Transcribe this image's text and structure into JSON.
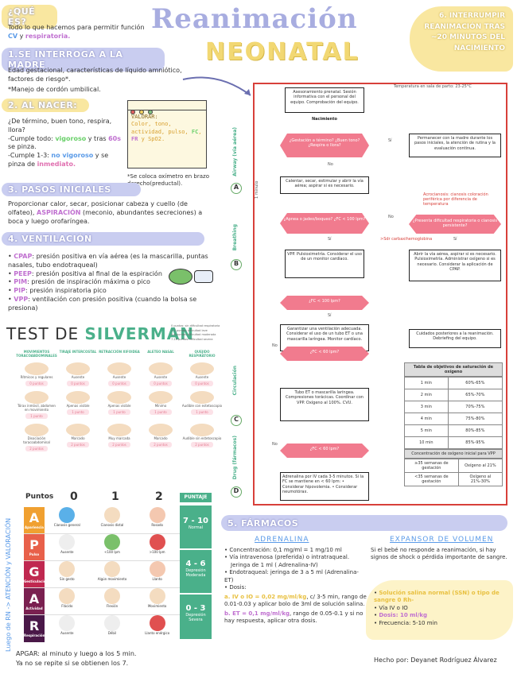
{
  "title": {
    "line1": "Reanimación",
    "line2": "NEONATAL"
  },
  "que_es": {
    "heading": "¿QUÉ ES?",
    "text_a": "Todo lo que hacemos para permitir función ",
    "cv": "CV",
    "text_b": " y ",
    "resp": "respiratoria."
  },
  "s1": {
    "heading": "1.SE INTERROGA A LA MADRE",
    "body": "Edad gestacional, características de líquido amniótico, factores de riesgo*.",
    "note": "*Manejo de cordón umbilical."
  },
  "s2": {
    "heading": "2. AL NACER:",
    "q": "¿De término, buen tono, respira, llora?",
    "l1a": "-Cumple todo: ",
    "l1b": "vigoroso",
    "l1c": " y tras ",
    "l1d": "60s",
    "l1e": " se pinza.",
    "l2a": "-Cumple 1-3: ",
    "l2b": "no vigoroso",
    "l2c": " y se pinza de ",
    "l2d": "inmediato."
  },
  "valorar": {
    "label": "VALORAR:",
    "t1": "Color, tono, actividad, pulso, ",
    "fc": "FC",
    "comma": ", ",
    "fr": "FR",
    "t2": " y SpO2."
  },
  "oximetro": "*Se coloca oxímetro en brazo derecho(preductal).",
  "s3": {
    "heading": "3. PASOS INICIALES",
    "a": "Proporcionar calor, secar, posicionar cabeza y cuello (de olfateo), ",
    "b": "ASPIRACIÓN",
    "c": " (meconio, abundantes secreciones) a boca y luego orofaríngea."
  },
  "s4": {
    "heading": "4. VENTILACIÓN",
    "items": [
      {
        "key": "CPAP",
        "text": ": presión positiva en vía aérea (es la mascarilla, puntas nasales, tubo endotraqueal)"
      },
      {
        "key": "PEEP",
        "text": ": presión positiva al final de la espiración"
      },
      {
        "key": "PIM",
        "text": ": presión de inspiración máxima o pico"
      },
      {
        "key": "PIP",
        "text": ": presión inspiratoria pico"
      },
      {
        "key": "VPP",
        "text": ": ventilación con presión positiva (cuando la bolsa se presiona)"
      }
    ]
  },
  "s6": {
    "heading": "6. INTERRUMPIR REANIMACIÓN TRAS ~20 MINUTOS DEL NACIMIENTO"
  },
  "flow": {
    "temp": "Temperatura en sala de parto: 23-25°C",
    "n1": "Asesoramiento prenatal. Sesión informativa con el personal del equipo. Comprobación del equipo.",
    "nacimiento": "Nacimiento",
    "q1": "¿Gestación a término? ¿Buen tono? ¿Respira o llora?",
    "si": "Sí",
    "no": "No",
    "madre": "Permanecer con la madre durante los pasos iniciales, la atención de rutina y la evaluación continua.",
    "n2": "Calentar, secar, estimular y abrir la vía aérea; aspirar si es necesario.",
    "q2": "¿Apnea o jadeo/boqueo? ¿FC < 100 lpm?",
    "q3": "¿Presenta dificultad respiratoria o cianosis persistente?",
    "acro": "Acrocianosis: cianosis coloración periférica por diferencia de temperatura",
    "sdr": ">Sdr carbaxihemoglobina",
    "vpp": "VPP. Pulsioximetría. Considerar el uso de un monitor cardíaco.",
    "abrir": "Abrir la vía aérea, aspirar si es necesario. Pulsioximetría. Administrar oxígeno si es necesario. Considerar la aplicación de CPAP.",
    "q4": "¿FC < 100 lpm?",
    "n3": "Garantizar una ventilación adecuada. Considerar el uso de un tubo ET o una mascarilla laríngea. Monitor cardíaco.",
    "cuidados": "Cuidados posteriores a la reanimación. Debriefing del equipo.",
    "q5": "¿FC < 60 lpm?",
    "n4": "Tubo ET o mascarilla laríngea. Compresiones torácicas. Coordinar con VPP. Oxígeno al 100%. CVU.",
    "q6": "¿FC < 60 lpm?",
    "n5": "Adrenalina por IV cada 3-5 minutos. Si la FC se mantiene en < 60 lpm: • Considerar hipovolemia. • Considerar neumotórax.",
    "minuto": "1 minuto",
    "A": "A",
    "A_t": "Airway (vía aérea)",
    "B": "B",
    "B_t": "Breathing",
    "C": "C",
    "C_t": "Circulación",
    "D": "D",
    "D_t": "Drug (fármacos)"
  },
  "tabla_sat": {
    "title": "Tabla de objetivos de saturación de oxígeno",
    "rows": [
      [
        "1 min",
        "60%-65%"
      ],
      [
        "2 min",
        "65%-70%"
      ],
      [
        "3 min",
        "70%-75%"
      ],
      [
        "4 min",
        "75%-80%"
      ],
      [
        "5 min",
        "80%-85%"
      ],
      [
        "10 min",
        "85%-95%"
      ]
    ],
    "title2": "Concentración de oxígeno inicial para VPP",
    "rows2": [
      [
        "≥35 semanas de gestación",
        "Oxígeno al 21%"
      ],
      [
        "<35 semanas de gestación",
        "Oxígeno al 21%-30%"
      ]
    ]
  },
  "silverman": {
    "title_a": "TEST DE ",
    "title_b": "SILVERMAN",
    "cols": [
      "MOVIMIENTOS TORACOABDOMINALES",
      "TIRAJE INTERCOSTAL",
      "RETRACCIÓN XIFOIDEA",
      "ALETEO NASAL",
      "QUEJIDO RESPIRATORIO"
    ],
    "rows": [
      [
        "Rítmicos y regulares",
        "Ausente",
        "Ausente",
        "Ausente",
        "Ausente"
      ],
      [
        "Tórax inmóvil, abdomen en movimiento",
        "Apenas visible",
        "Apenas visible",
        "Mínimo",
        "Audible con estetoscopio"
      ],
      [
        "Disociación toracoabdominal",
        "Marcado",
        "Muy marcada",
        "Marcado",
        "Audible sin estetoscopio"
      ]
    ],
    "tags": [
      "0 puntos",
      "1 punto",
      "2 puntos"
    ],
    "legend": [
      "0 puntos: sin dificultad respiratoria",
      "1-3 puntos: dificultad leve",
      "4-6 puntos: dificultad moderada",
      "7-10 puntos: dificultad severa"
    ]
  },
  "apgar": {
    "side_label": "Luego de RN -> ATENCIÓN y VALORACIÓN",
    "puntos": "Puntos",
    "scores": [
      "0",
      "1",
      "2"
    ],
    "puntaje": "PUNTAJE",
    "rows": [
      {
        "letter": "A",
        "name": "Apariencia",
        "color": "#f0a030",
        "c0": "Cianosis general",
        "c1": "Cianosis distal",
        "c2": "Rosado"
      },
      {
        "letter": "P",
        "name": "Pulso",
        "color": "#e8604a",
        "c0": "Ausente",
        "c1": "<100 lpm",
        "c2": ">100 lpm"
      },
      {
        "letter": "G",
        "name": "Gesticulación",
        "color": "#c02850",
        "c0": "Sin gesto",
        "c1": "Algún movimiento",
        "c2": "Llanto"
      },
      {
        "letter": "A",
        "name": "Actividad",
        "color": "#7a2050",
        "c0": "Flácido",
        "c1": "Flexión",
        "c2": "Movimiento"
      },
      {
        "letter": "R",
        "name": "Respiración",
        "color": "#4a1848",
        "c0": "Ausente",
        "c1": "Débil",
        "c2": "Llanto enérgico"
      }
    ],
    "ranges": [
      {
        "r": "7 - 10",
        "d": "Normal"
      },
      {
        "r": "4 - 6",
        "d": "Depresión Moderada"
      },
      {
        "r": "0 - 3",
        "d": "Depresión Severa"
      }
    ],
    "note1": "APGAR: al minuto y luego a los 5 min.",
    "note2": "Ya no se repite si se obtienen los 7."
  },
  "s5": {
    "heading": "5. FÁRMACOS",
    "adr_title": "ADRENALINA",
    "adr": [
      "Concentración: 0,1 mg/ml = 1 mg/10 ml",
      "Vía intravenosa (preferida) o intratraqueal.",
      "Jeringa de 1 ml ( Adrenalina-IV)",
      "Endotraqueal: jeringa de 3 a 5 ml (Adrenalina-ET)",
      "Dosis:"
    ],
    "dose_a1": "a. IV o IO = 0,02 mg/ml/kg",
    "dose_a2": ", c/ 3-5 min, rango de 0.01-0.03 y aplicar bolo de 3ml de solución salina.",
    "dose_b1": "b. ET = 0,1 mg/ml/kg",
    "dose_b2": ", rango de 0.05-0.1 y si no hay respuesta, aplicar otra dosis.",
    "vol_title": "EXPANSOR DE VOLUMEN",
    "vol_text": "Si el bebé no responde a reanimación, si hay signos de shock o pérdida importante de sangre.",
    "vol_items": [
      "Solución salina normal (SSN) o tipo de sangre 0 Rh-",
      "Vía IV o IO",
      "Dosis: 10 ml/kg",
      "Frecuencia: 5-10 min"
    ]
  },
  "author": "Hecho por: Deyanet Rodríguez Álvarez",
  "colors": {
    "lavender": "#c9cdf0",
    "yellow": "#f9e7a0",
    "pink": "#f17b8e",
    "green": "#4ab08a",
    "red": "#d8403a"
  }
}
